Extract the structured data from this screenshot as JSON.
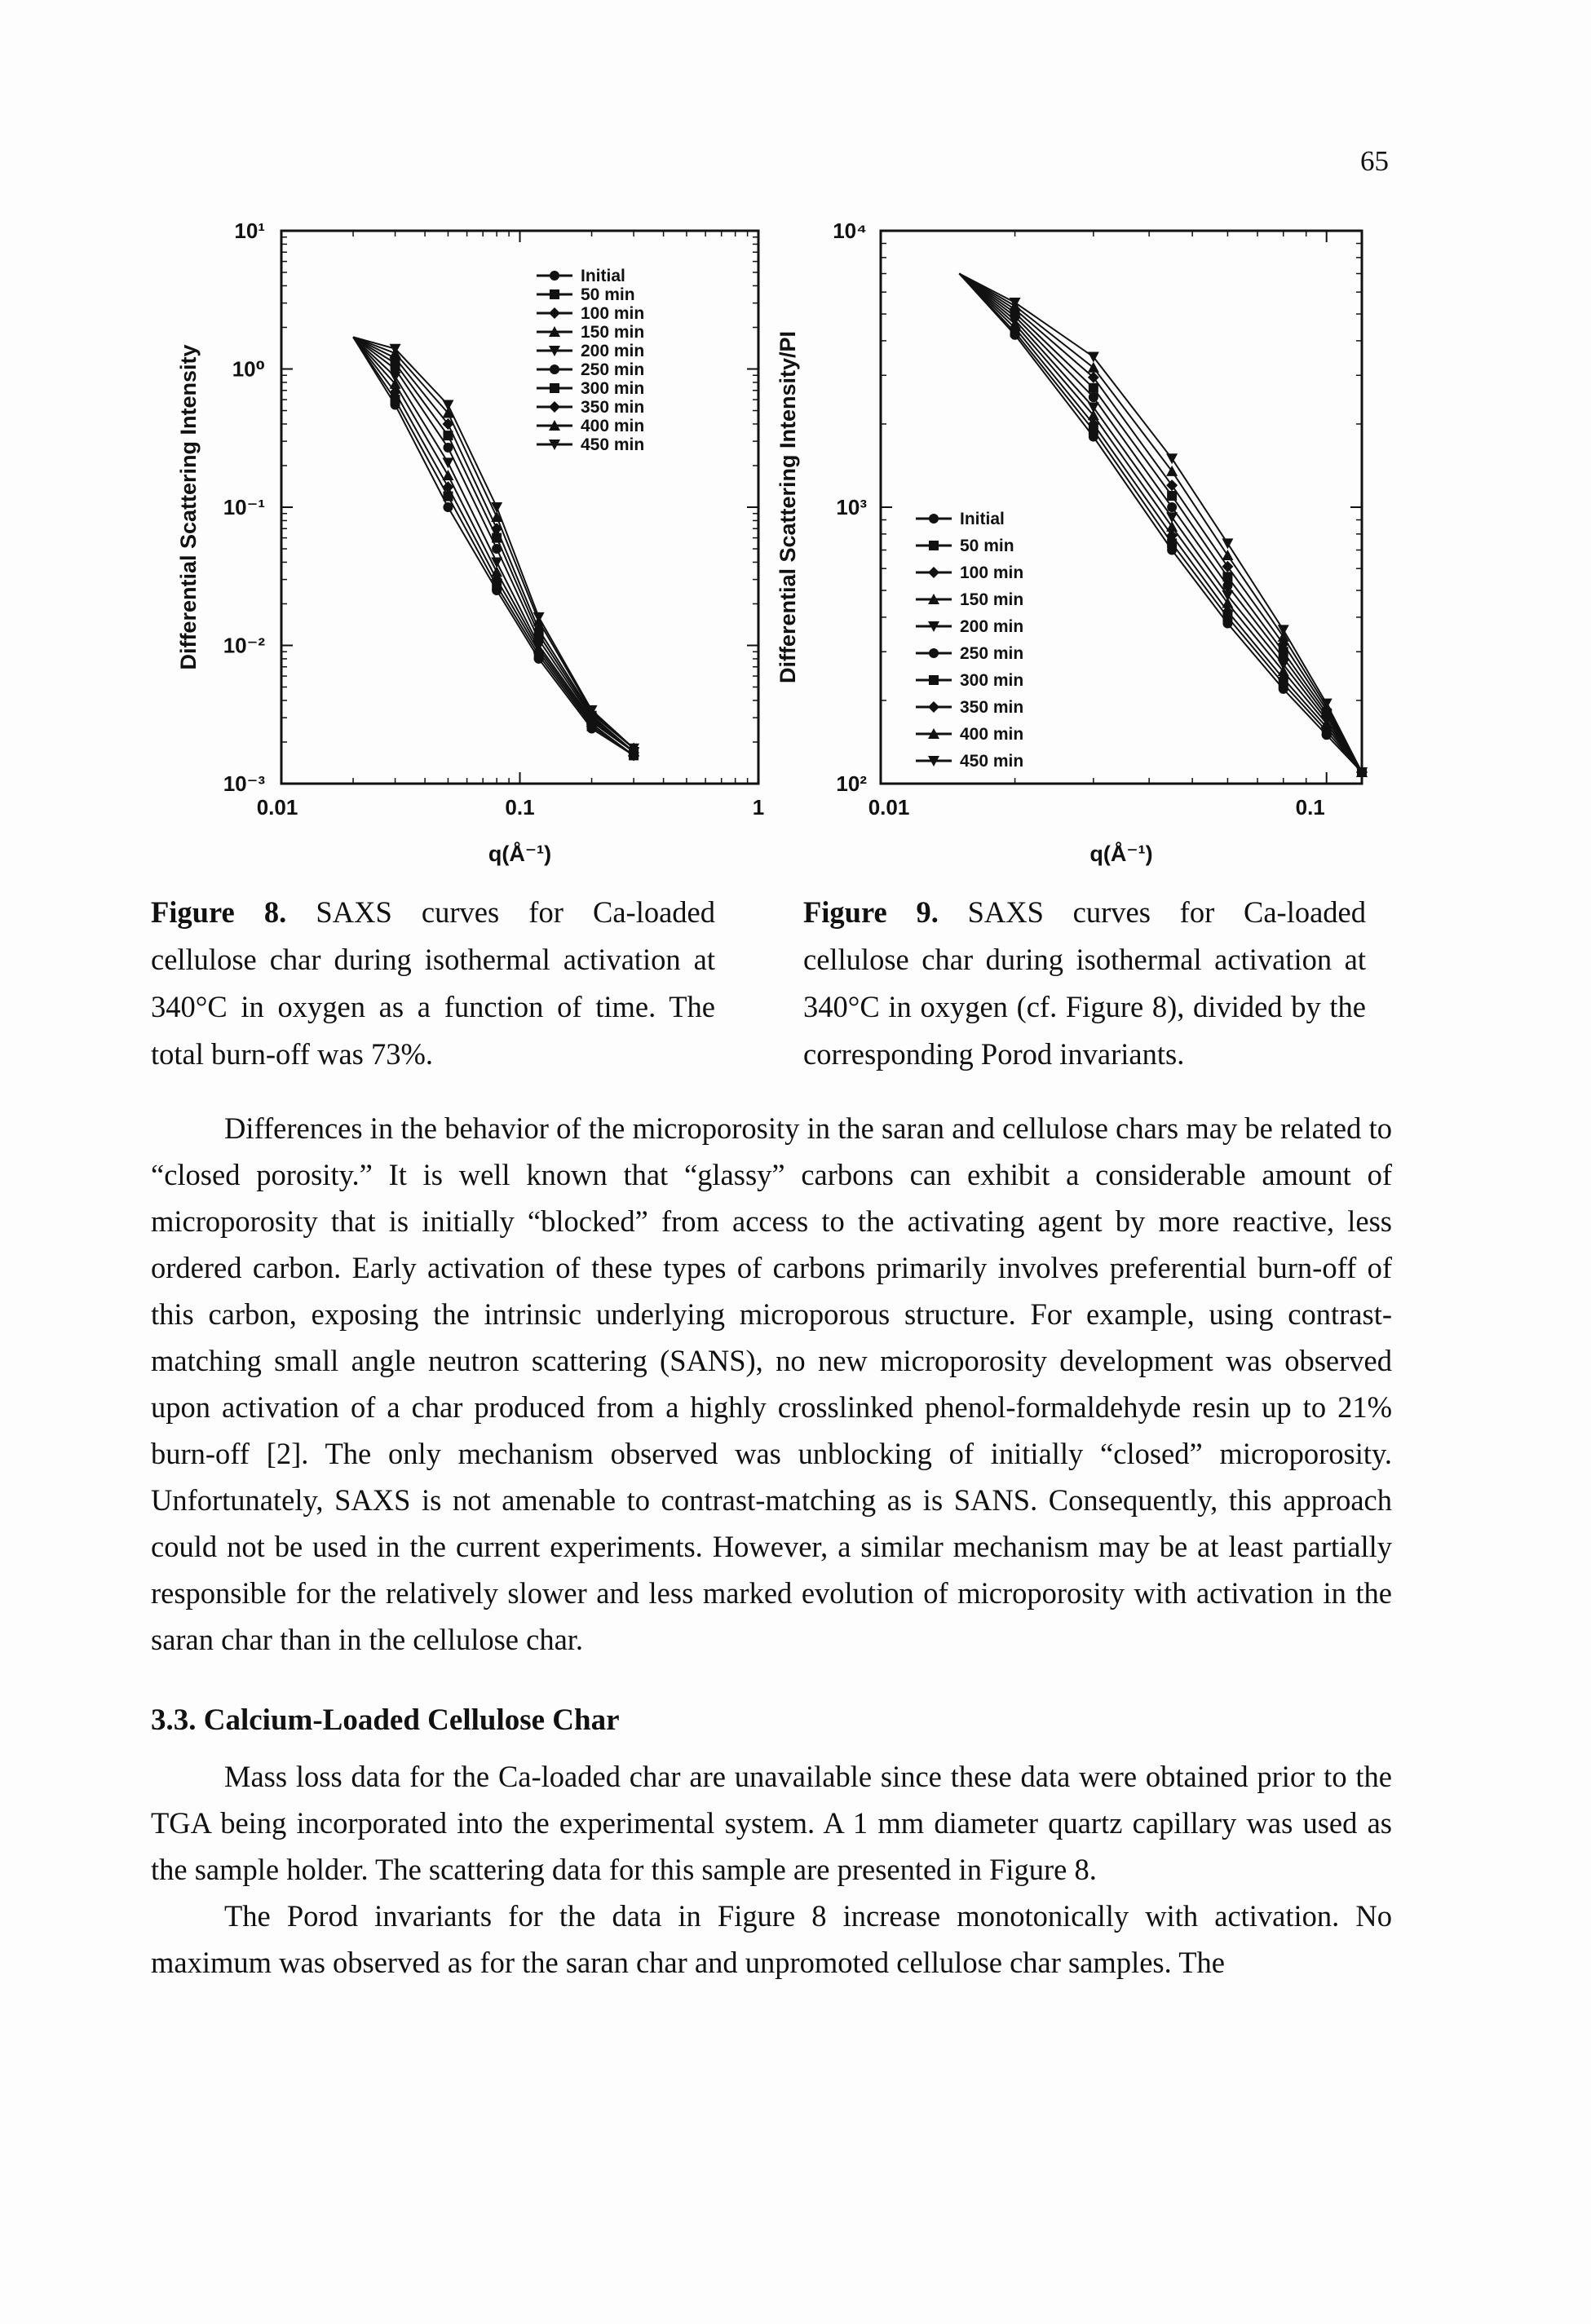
{
  "page_number": "65",
  "figure8": {
    "caption_label": "Figure 8.",
    "caption_text": "SAXS curves for Ca-loaded cellulose char during isothermal activation at 340°C in oxygen as a function of time. The total burn-off was 73%."
  },
  "figure9": {
    "caption_label": "Figure 9.",
    "caption_text": "SAXS curves for Ca-loaded cellulose char during isothermal activation at 340°C in oxygen (cf. Figure 8), divided by the corresponding Porod invariants."
  },
  "paragraph1": "Differences in the behavior of the microporosity in the saran and cellulose chars may be related to “closed porosity.” It is well known that “glassy” carbons can exhibit a considerable amount of microporosity that is initially “blocked” from access to the activating agent by more reactive, less ordered carbon. Early activation of these types of carbons primarily involves preferential burn-off of this carbon, exposing the intrinsic underlying microporous structure. For example, using contrast-matching small angle neutron scattering (SANS), no new microporosity development was observed upon activation of a char produced from a highly crosslinked phenol-formaldehyde resin up to 21% burn-off [2]. The only mechanism observed was unblocking of initially “closed” microporosity. Unfortunately, SAXS is not amenable to contrast-matching as is SANS. Consequently, this approach could not be used in the current experiments. However, a similar mechanism may be at least partially responsible for the relatively slower and less marked evolution of microporosity with activation in the saran char than in the cellulose char.",
  "section_heading": "3.3. Calcium-Loaded Cellulose Char",
  "paragraph2": "Mass loss data for the Ca-loaded char are unavailable since these data were obtained prior to the TGA being incorporated into the experimental system. A 1 mm diameter quartz capillary was used as the sample holder. The scattering data for this sample are presented in Figure 8.",
  "paragraph3": "The Porod invariants for the data in Figure 8 increase monotonically with activation. No maximum was observed as for the saran char and unpromoted cellulose char samples. The",
  "chart_data": [
    {
      "type": "line",
      "xlabel": "q(Å⁻¹)",
      "ylabel": "Differential Scattering Intensity",
      "xscale": "log",
      "yscale": "log",
      "xlim": [
        0.01,
        1
      ],
      "ylim": [
        0.001,
        10
      ],
      "x_ticks": [
        "0.01",
        "0.1",
        "1"
      ],
      "y_ticks": [
        "10¹",
        "10⁰",
        "10⁻¹",
        "10⁻²",
        "10⁻³"
      ],
      "legend_position": "top-right",
      "series": [
        {
          "name": "Initial",
          "x": [
            0.02,
            0.03,
            0.05,
            0.08,
            0.12,
            0.2,
            0.3
          ],
          "y": [
            1.7,
            0.55,
            0.1,
            0.025,
            0.008,
            0.0025,
            0.0016
          ]
        },
        {
          "name": "50 min",
          "x": [
            0.02,
            0.03,
            0.05,
            0.08,
            0.12,
            0.2,
            0.3
          ],
          "y": [
            1.7,
            0.6,
            0.12,
            0.027,
            0.0085,
            0.0026,
            0.0016
          ]
        },
        {
          "name": "100 min",
          "x": [
            0.02,
            0.03,
            0.05,
            0.08,
            0.12,
            0.2,
            0.3
          ],
          "y": [
            1.7,
            0.68,
            0.14,
            0.03,
            0.009,
            0.0027,
            0.0016
          ]
        },
        {
          "name": "150 min",
          "x": [
            0.02,
            0.03,
            0.05,
            0.08,
            0.12,
            0.2,
            0.3
          ],
          "y": [
            1.7,
            0.78,
            0.17,
            0.034,
            0.0095,
            0.0028,
            0.0017
          ]
        },
        {
          "name": "200 min",
          "x": [
            0.02,
            0.03,
            0.05,
            0.08,
            0.12,
            0.2,
            0.3
          ],
          "y": [
            1.7,
            0.88,
            0.21,
            0.04,
            0.01,
            0.0029,
            0.0017
          ]
        },
        {
          "name": "250 min",
          "x": [
            0.02,
            0.03,
            0.05,
            0.08,
            0.12,
            0.2,
            0.3
          ],
          "y": [
            1.7,
            1.0,
            0.27,
            0.05,
            0.011,
            0.003,
            0.0017
          ]
        },
        {
          "name": "300 min",
          "x": [
            0.02,
            0.03,
            0.05,
            0.08,
            0.12,
            0.2,
            0.3
          ],
          "y": [
            1.7,
            1.1,
            0.33,
            0.06,
            0.012,
            0.0031,
            0.0017
          ]
        },
        {
          "name": "350 min",
          "x": [
            0.02,
            0.03,
            0.05,
            0.08,
            0.12,
            0.2,
            0.3
          ],
          "y": [
            1.7,
            1.2,
            0.4,
            0.07,
            0.013,
            0.0032,
            0.0018
          ]
        },
        {
          "name": "400 min",
          "x": [
            0.02,
            0.03,
            0.05,
            0.08,
            0.12,
            0.2,
            0.3
          ],
          "y": [
            1.7,
            1.3,
            0.48,
            0.085,
            0.015,
            0.0033,
            0.0018
          ]
        },
        {
          "name": "450 min",
          "x": [
            0.02,
            0.03,
            0.05,
            0.08,
            0.12,
            0.2,
            0.3
          ],
          "y": [
            1.7,
            1.4,
            0.55,
            0.1,
            0.016,
            0.0034,
            0.0018
          ]
        }
      ]
    },
    {
      "type": "line",
      "xlabel": "q(Å⁻¹)",
      "ylabel": "Differential Scattering Intensity/PI",
      "xscale": "log",
      "yscale": "log",
      "xlim": [
        0.01,
        0.12
      ],
      "ylim": [
        100,
        10000
      ],
      "x_ticks": [
        "0.01",
        "0.1"
      ],
      "y_ticks": [
        "10⁴",
        "10³",
        "10²"
      ],
      "legend_position": "bottom-left",
      "series": [
        {
          "name": "Initial",
          "x": [
            0.015,
            0.02,
            0.03,
            0.045,
            0.06,
            0.08,
            0.1,
            0.12
          ],
          "y": [
            7000,
            4200,
            1800,
            700,
            380,
            220,
            150,
            110
          ]
        },
        {
          "name": "50 min",
          "x": [
            0.015,
            0.02,
            0.03,
            0.045,
            0.06,
            0.08,
            0.1,
            0.12
          ],
          "y": [
            7000,
            4300,
            1900,
            740,
            400,
            230,
            155,
            110
          ]
        },
        {
          "name": "100 min",
          "x": [
            0.015,
            0.02,
            0.03,
            0.045,
            0.06,
            0.08,
            0.1,
            0.12
          ],
          "y": [
            7000,
            4450,
            2000,
            790,
            420,
            240,
            160,
            110
          ]
        },
        {
          "name": "150 min",
          "x": [
            0.015,
            0.02,
            0.03,
            0.045,
            0.06,
            0.08,
            0.1,
            0.12
          ],
          "y": [
            7000,
            4600,
            2150,
            850,
            450,
            255,
            165,
            110
          ]
        },
        {
          "name": "200 min",
          "x": [
            0.015,
            0.02,
            0.03,
            0.045,
            0.06,
            0.08,
            0.1,
            0.12
          ],
          "y": [
            7000,
            4750,
            2300,
            920,
            480,
            270,
            170,
            110
          ]
        },
        {
          "name": "250 min",
          "x": [
            0.015,
            0.02,
            0.03,
            0.045,
            0.06,
            0.08,
            0.1,
            0.12
          ],
          "y": [
            7000,
            4900,
            2500,
            1000,
            520,
            285,
            175,
            110
          ]
        },
        {
          "name": "300 min",
          "x": [
            0.015,
            0.02,
            0.03,
            0.045,
            0.06,
            0.08,
            0.1,
            0.12
          ],
          "y": [
            7000,
            5050,
            2700,
            1100,
            560,
            300,
            180,
            110
          ]
        },
        {
          "name": "350 min",
          "x": [
            0.015,
            0.02,
            0.03,
            0.045,
            0.06,
            0.08,
            0.1,
            0.12
          ],
          "y": [
            7000,
            5200,
            2950,
            1200,
            610,
            320,
            185,
            110
          ]
        },
        {
          "name": "400 min",
          "x": [
            0.015,
            0.02,
            0.03,
            0.045,
            0.06,
            0.08,
            0.1,
            0.12
          ],
          "y": [
            7000,
            5350,
            3200,
            1350,
            670,
            340,
            190,
            110
          ]
        },
        {
          "name": "450 min",
          "x": [
            0.015,
            0.02,
            0.03,
            0.045,
            0.06,
            0.08,
            0.1,
            0.12
          ],
          "y": [
            7000,
            5500,
            3500,
            1500,
            740,
            360,
            195,
            110
          ]
        }
      ]
    }
  ],
  "markers": [
    "circle",
    "square",
    "diamond",
    "triangle-up",
    "triangle-down",
    "circle",
    "square",
    "diamond",
    "triangle-up",
    "triangle-down"
  ]
}
